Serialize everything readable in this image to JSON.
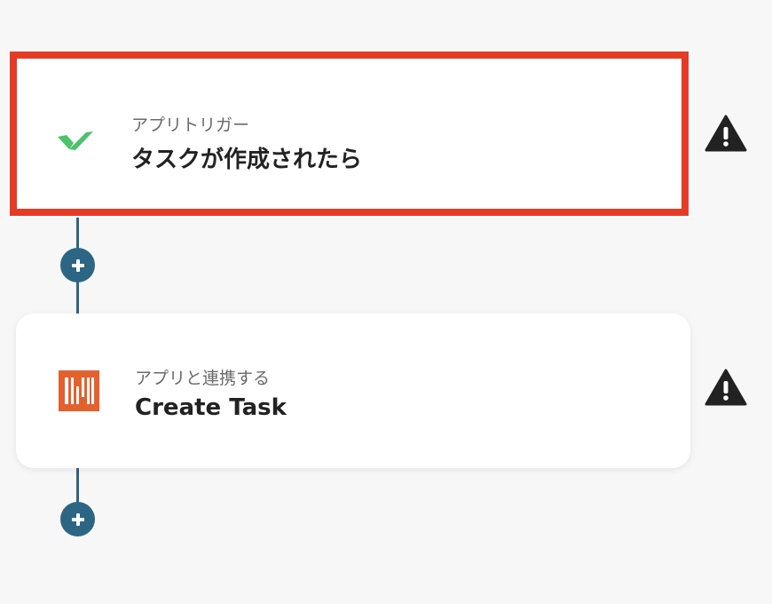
{
  "steps": [
    {
      "label": "アプリトリガー",
      "title": "タスクが作成されたら",
      "app_icon": "wrike-checkmark-icon",
      "status_icon": "warning-icon",
      "selected": true
    },
    {
      "label": "アプリと連携する",
      "title": "Create Task",
      "app_icon": "orange-bars-app-icon",
      "status_icon": "warning-icon",
      "selected": false
    }
  ],
  "add_step_icon": "plus-icon",
  "colors": {
    "background": "#f7f7f7",
    "highlight": "#e53b26",
    "connector": "#2d6584",
    "warning": "#222222",
    "wrike_green": "#4cc36b",
    "orange_app": "#e4612d"
  }
}
